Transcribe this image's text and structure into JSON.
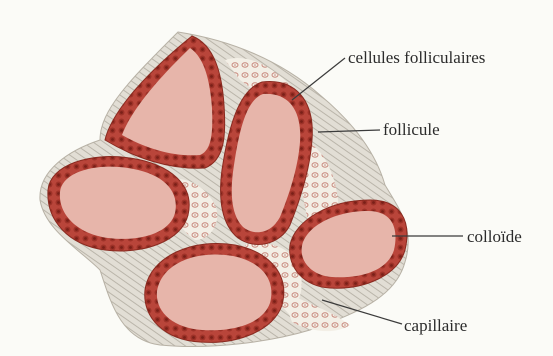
{
  "labels": {
    "cellules_folliculaires": "cellules folliculaires",
    "follicule": "follicule",
    "colloide": "colloïde",
    "capillaire": "capillaire"
  },
  "colors": {
    "background": "#fbfbf7",
    "colloid": "#e7b5aa",
    "follicle_cells": "#b9453a",
    "cell_nucleus": "#7a2018",
    "connective_tissue": "#c9c4b9",
    "capillary_cell": "#c98b7f",
    "leader_line": "#3b3b3b",
    "label_text": "#2b2b2b"
  }
}
